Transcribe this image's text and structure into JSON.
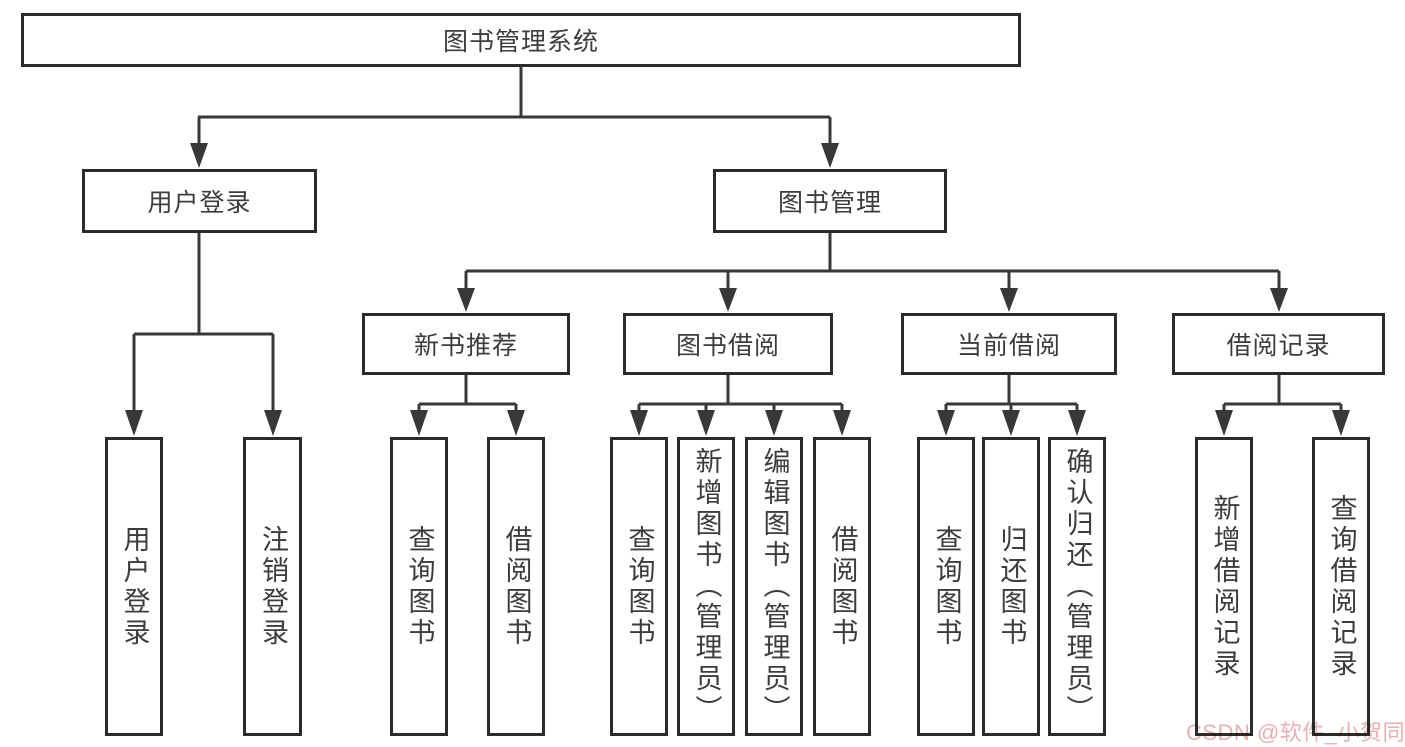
{
  "tree": {
    "label": "图书管理系统",
    "children": [
      {
        "label": "用户登录",
        "children": [
          {
            "label": "用户登录"
          },
          {
            "label": "注销登录"
          }
        ]
      },
      {
        "label": "图书管理",
        "children": [
          {
            "label": "新书推荐",
            "children": [
              {
                "label": "查询图书"
              },
              {
                "label": "借阅图书"
              }
            ]
          },
          {
            "label": "图书借阅",
            "children": [
              {
                "label": "查询图书"
              },
              {
                "label": "新增图书（管理员）"
              },
              {
                "label": "编辑图书（管理员）"
              },
              {
                "label": "借阅图书"
              }
            ]
          },
          {
            "label": "当前借阅",
            "children": [
              {
                "label": "查询图书"
              },
              {
                "label": "归还图书"
              },
              {
                "label": "确认归还（管理员）"
              }
            ]
          },
          {
            "label": "借阅记录",
            "children": [
              {
                "label": "新增借阅记录"
              },
              {
                "label": "查询借阅记录"
              }
            ]
          }
        ]
      }
    ]
  },
  "watermark": {
    "text": "CSDN @软件_小贺同学"
  },
  "colors": {
    "line": "#383838",
    "box_border": "#2b2b2b",
    "text": "#3c3c3c",
    "watermark": "#e9b0b0",
    "background": "#ffffff"
  }
}
